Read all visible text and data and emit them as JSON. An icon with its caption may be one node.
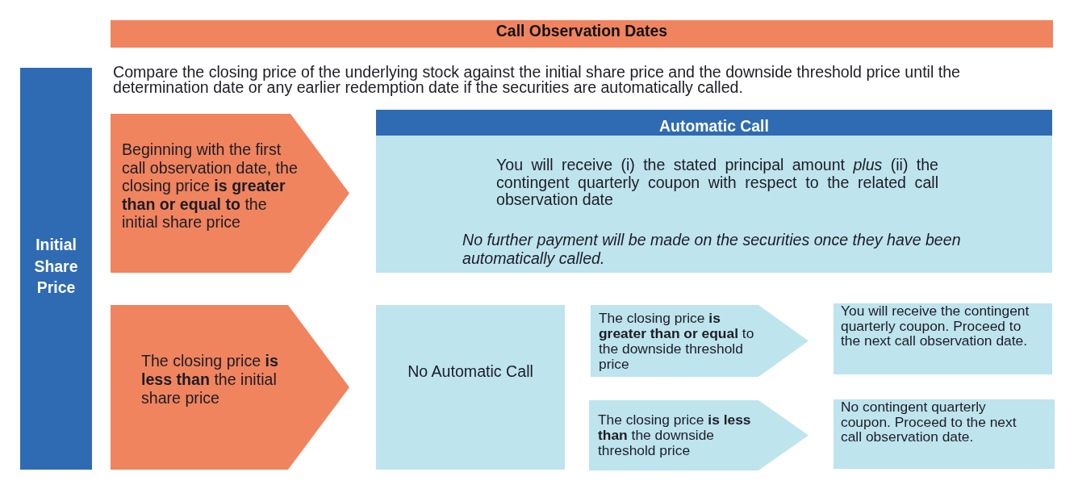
{
  "diagram": {
    "nodes": [
      {
        "text": [
          "Call Observation Dates"
        ]
      },
      {
        "text": [
          "Initial Share Price"
        ]
      },
      {
        "text": [
          "Beginning with the first call observation date, the closing price **is greater than or equal to** the initial share price"
        ]
      },
      {
        "text": [
          "Automatic Call",
          "You will receive (i) the stated principal amount *plus* (ii) the contingent quarterly coupon with respect to the related call observation date",
          "No further payment will be made on the securities once they have been automatically called."
        ]
      },
      {
        "text": [
          "The closing price **is less than** the initial share price"
        ]
      },
      {
        "text": [
          "No Automatic Call"
        ]
      },
      {
        "text": [
          "The closing price **is greater than or equal** to the downside threshold price"
        ]
      },
      {
        "text": [
          "You will receive the contingent quarterly coupon. Proceed to the next call observation date."
        ]
      },
      {
        "text": [
          "The closing price **is less than** the downside threshold price"
        ]
      },
      {
        "text": [
          "No contingent quarterly coupon. Proceed to the next call observation date."
        ]
      }
    ],
    "edges": [
      {
        "from": 1,
        "to": 3,
        "arrow": "to"
      },
      {
        "from": 1,
        "to": 5,
        "arrow": "to"
      },
      {
        "from": 5,
        "to": 7,
        "arrow": "to"
      },
      {
        "from": 5,
        "to": 9,
        "arrow": "to"
      }
    ],
    "labels": [
      "Compare the closing price of the underlying stock against the initial share price and the downside threshold price until the determination date or any earlier redemption date if the securities are automatically called."
    ]
  }
}
